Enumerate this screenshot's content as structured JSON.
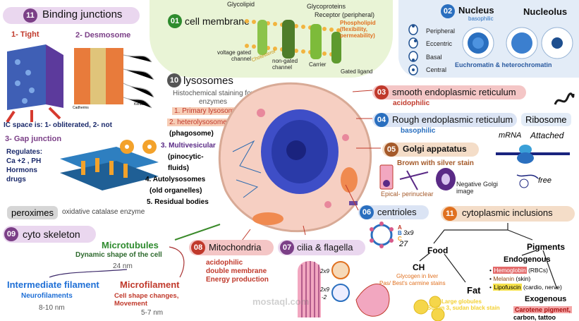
{
  "binding": {
    "num": "11",
    "title": "Binding junctions",
    "tight": "1- Tight",
    "desmosome": "2- Desmosome",
    "cadherins": "Cadherins",
    "keratin": "Keratin",
    "ic_space": "IC space is: 1- obliterated, 2- not",
    "gap": "3- Gap junction",
    "regulates": "Regulates:",
    "ca_ph": "Ca +2 , PH",
    "hormons": "Hormons",
    "drugs": "drugs"
  },
  "membrane": {
    "num": "01",
    "title": "cell membrane",
    "glycolipid": "Glycolipid",
    "glycoproteins": "Glycoproteins",
    "receptor": "Receptor (peripheral)",
    "phospholipid": "Phospholipid (flexibility, permeability)",
    "voltage": "voltage gated channel",
    "nongated": "non-gated channel",
    "cholesterol": "Cholesterol",
    "carrier": "Carrier",
    "ligand": "Gated ligand"
  },
  "nucleus": {
    "num": "02",
    "title": "Nucleus",
    "sub": "basophilic",
    "nucleolus": "Nucleolus",
    "positions": [
      "Peripheral",
      "Eccentric",
      "Basal",
      "Central"
    ],
    "chromatin": "Euchromatin & heterochromatin"
  },
  "lysosomes": {
    "num": "10",
    "title": "lysosomes",
    "staining": "Histochemical staining for enzymes",
    "items": [
      "1. Primary lysosome",
      "2. heterolysosome",
      "(phagosome)",
      "3. Multivesicular",
      "(pinocytic-",
      "fluids)",
      "4. Autolysosomes",
      "(old organelles)",
      "5. Residual bodies"
    ]
  },
  "peroxisomes": {
    "title": "peroximes",
    "desc": "oxidative catalase enzyme"
  },
  "cytoskeleton": {
    "num": "09",
    "title": "cyto skeleton",
    "microtubules": "Microtubules",
    "mt_desc": "Dynamic shape of the cell",
    "mt_size": "24 nm",
    "intermediate": "Intermediate filament",
    "if_desc": "Neurofilaments",
    "if_size": "8-10 nm",
    "microfilament": "Microfilament",
    "mf_desc": "Cell shape changes, Movement",
    "mf_size": "5-7 nm"
  },
  "mitochondria": {
    "num": "08",
    "title": "Mitochondria",
    "acid": "acidophilic",
    "membrane": "double membrane",
    "energy": "Energy production"
  },
  "cilia": {
    "num": "07",
    "title": "cilia & flagella",
    "n1": "2x9",
    "n2": "2x9",
    "n3": "-2"
  },
  "ser": {
    "num": "03",
    "title": "smooth endoplasmic reticulum",
    "sub": "acidophilic"
  },
  "rer": {
    "num": "04",
    "title": "Rough endoplasmic reticulum",
    "sub": "basophilic"
  },
  "ribosome": {
    "title": "Ribosome",
    "mrna": "mRNA",
    "attached": "Attached",
    "free": "free"
  },
  "golgi": {
    "num": "05",
    "title": "Golgi appatatus",
    "stain": "Brown with silver stain",
    "epical": "Epical- perinuclear",
    "negative": "Negative Golgi image"
  },
  "centrioles": {
    "num": "06",
    "title": "centrioles",
    "formula1": "3x9",
    "formula2": "27",
    "letters": [
      "A",
      "B",
      "C"
    ]
  },
  "inclusions": {
    "num": "11",
    "title": "cytoplasmic inclusions",
    "food": "Food",
    "pigments": "Pigments",
    "ch": "CH",
    "glycogen": "Glycogen in liver",
    "pas": "Pas/ Best's carmine stains",
    "fat": "Fat",
    "globules": "Large globules",
    "sudan": "Sudan 3, sudan black stain",
    "endogenous": "Endogenous",
    "hemoglobin": "Hemoglobin",
    "hemo_note": " (RBCs)",
    "melanin": "Melanin",
    "melanin_note": " (skin)",
    "lipofuscin": "Lipofuscin",
    "lipo_note": " (cardio, nerve)",
    "exogenous": "Exogenous",
    "carotene": "Carotene pigment,",
    "carbon": "carbon, tattoo"
  },
  "watermark": "mostaql.com"
}
